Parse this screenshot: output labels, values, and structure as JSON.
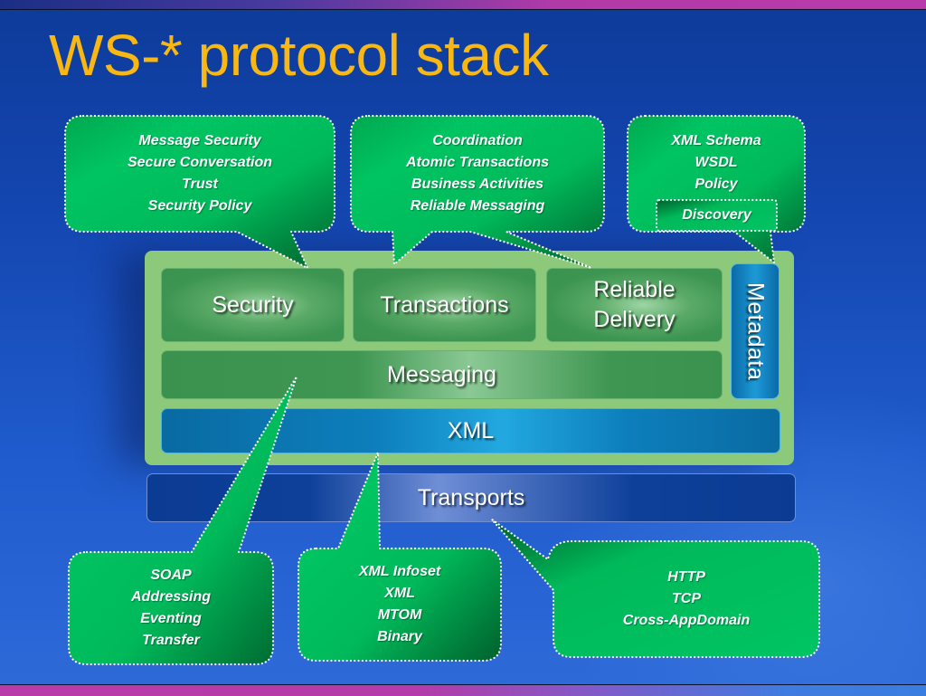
{
  "slide": {
    "title": "WS-* protocol stack"
  },
  "stack": {
    "security": "Security",
    "transactions": "Transactions",
    "reliable_delivery": [
      "Reliable",
      "Delivery"
    ],
    "messaging": "Messaging",
    "metadata": "Metadata",
    "xml": "XML",
    "transports": "Transports"
  },
  "callouts": {
    "security": [
      "Message Security",
      "Secure Conversation",
      "Trust",
      "Security Policy"
    ],
    "transactions": [
      "Coordination",
      "Atomic Transactions",
      "Business Activities",
      "Reliable Messaging"
    ],
    "metadata": [
      "XML Schema",
      "WSDL",
      "Policy"
    ],
    "metadata_sub": "Discovery",
    "messaging": [
      "SOAP",
      "Addressing",
      "Eventing",
      "Transfer"
    ],
    "xml": [
      "XML Infoset",
      "XML",
      "MTOM",
      "Binary"
    ],
    "transports": [
      "HTTP",
      "TCP",
      "Cross-AppDomain"
    ]
  },
  "colors": {
    "title": "#f8b712",
    "callout_green": "#00c060",
    "stack_frame": "#8dc97a",
    "xml_blue": "#1c9ad6",
    "transports_blue": "#0e409a"
  }
}
